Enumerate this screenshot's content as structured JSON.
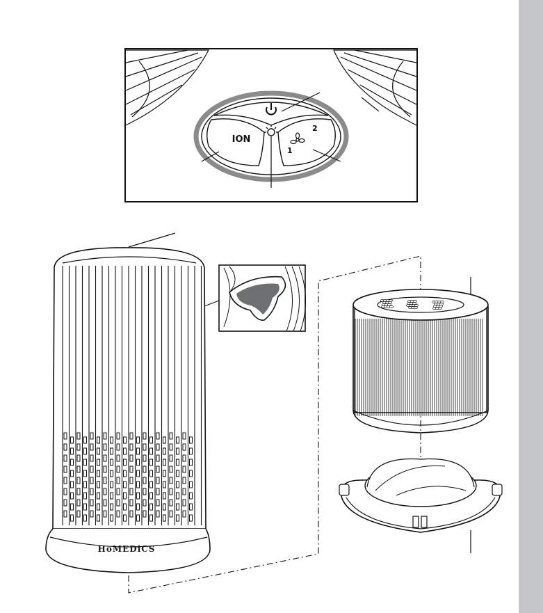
{
  "control_panel": {
    "power_button": {
      "icon": "power-icon"
    },
    "ion_button": {
      "label": "ION"
    },
    "light_icon": "light-bulb-icon",
    "fan_button": {
      "icon": "fan-icon",
      "speed_high": "2",
      "speed_low": "1"
    }
  },
  "purifier": {
    "brand": "HoMEDiCS"
  },
  "colors": {
    "line": "#1a1a1a",
    "ring_gray": "#8a8b8d",
    "sidebar": "#c5c6c8",
    "window_fill": "#6e6f71"
  }
}
